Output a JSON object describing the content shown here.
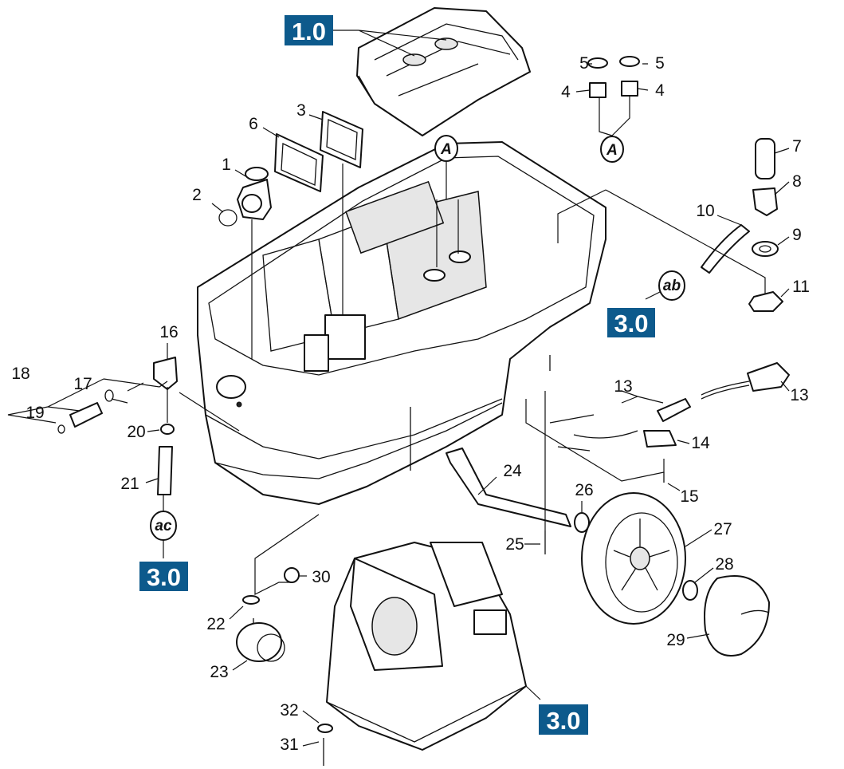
{
  "colors": {
    "badge": "#0d5a8c",
    "line": "#111111",
    "background": "#ffffff"
  },
  "badges": [
    "1.0",
    "3.0",
    "3.0",
    "3.0"
  ],
  "tags": [
    "A",
    "A",
    "ab",
    "ac"
  ],
  "callouts": [
    "1",
    "2",
    "3",
    "4",
    "4",
    "5",
    "5",
    "6",
    "7",
    "8",
    "9",
    "10",
    "11",
    "13",
    "13",
    "14",
    "15",
    "16",
    "17",
    "18",
    "19",
    "20",
    "21",
    "22",
    "23",
    "24",
    "25",
    "26",
    "27",
    "28",
    "29",
    "30",
    "31",
    "32"
  ]
}
